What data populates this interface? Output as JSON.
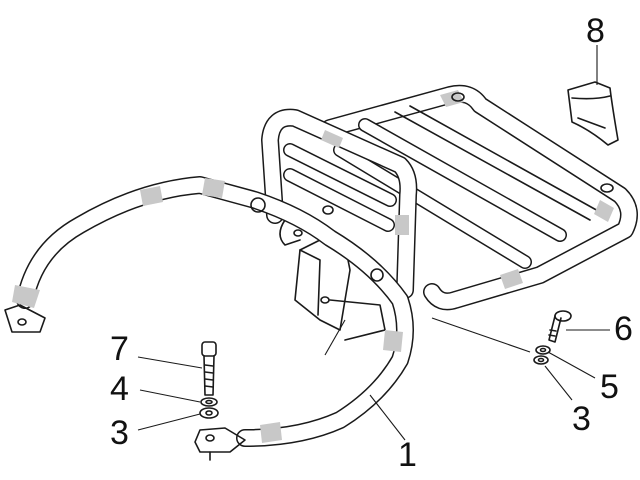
{
  "callouts": {
    "c1": "1",
    "c3a": "3",
    "c3b": "3",
    "c4": "4",
    "c5": "5",
    "c6": "6",
    "c7": "7",
    "c8": "8"
  },
  "colors": {
    "line": "#1a1a1a",
    "shade": "#c8c8c8",
    "background": "#ffffff"
  }
}
